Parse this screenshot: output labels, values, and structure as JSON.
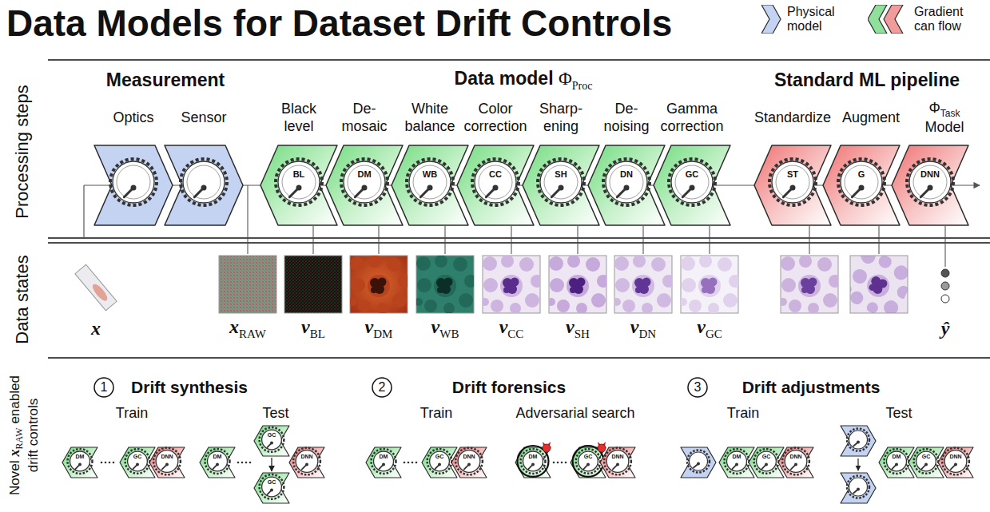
{
  "diagram": {
    "title": "Data Models for Dataset Drift Controls",
    "nodes": [
      {
        "text": [
          "Optics"
        ]
      },
      {
        "text": [
          "Sensor"
        ]
      },
      {
        "text": [
          "Black level",
          "BL"
        ]
      },
      {
        "text": [
          "De- mosaic",
          "DM"
        ]
      },
      {
        "text": [
          "White balance",
          "WB"
        ]
      },
      {
        "text": [
          "Color correction",
          "CC"
        ]
      },
      {
        "text": [
          "Sharp- ening",
          "SH"
        ]
      },
      {
        "text": [
          "De- noising",
          "DN"
        ]
      },
      {
        "text": [
          "Gamma correction",
          "GC"
        ]
      },
      {
        "text": [
          "Standardize",
          "ST"
        ]
      },
      {
        "text": [
          "Augment",
          "G"
        ]
      },
      {
        "text": [
          "Φ",
          "Task",
          "Model",
          "DNN"
        ]
      },
      {
        "text": [
          "1"
        ]
      },
      {
        "text": [
          "DM"
        ]
      },
      {
        "text": [
          "GC"
        ]
      },
      {
        "text": [
          "DNN"
        ]
      },
      {
        "text": [
          "DM"
        ]
      },
      {
        "text": [
          "GC"
        ]
      },
      {
        "text": [
          "GC"
        ]
      },
      {
        "text": [
          "DNN"
        ]
      },
      {
        "text": [
          "2"
        ]
      },
      {
        "text": [
          "DM"
        ]
      },
      {
        "text": [
          "GC"
        ]
      },
      {
        "text": [
          "DNN"
        ]
      },
      {
        "text": [
          "DM"
        ]
      },
      {
        "text": [
          "GC"
        ]
      },
      {
        "text": [
          "DNN"
        ]
      },
      {
        "text": [
          "3"
        ]
      },
      {
        "text": [
          "DM"
        ]
      },
      {
        "text": [
          "GC"
        ]
      },
      {
        "text": [
          "DNN"
        ]
      },
      {
        "text": [
          "DM"
        ]
      },
      {
        "text": [
          "GC"
        ]
      },
      {
        "text": [
          "DNN"
        ]
      }
    ],
    "edges": [
      {
        "from": 17,
        "to": 18,
        "arrow": "to"
      }
    ],
    "labels": [
      "Measurement",
      "Data model",
      "Φ",
      "Proc",
      "Standard ML pipeline",
      "Processing steps",
      "Data states",
      "Novel",
      "x",
      "RAW",
      "enabled drift controls",
      "x",
      "x",
      "RAW",
      "v",
      "BL",
      "v",
      "DM",
      "v",
      "WB",
      "v",
      "CC",
      "v",
      "SH",
      "v",
      "DN",
      "v",
      "GC",
      "ŷ",
      "Drift synthesis",
      "Train",
      "Test",
      "Drift forensics",
      "Train",
      "Adversarial search",
      "Drift adjustments",
      "Train",
      "Test"
    ],
    "legend": [
      {
        "text": "Physical model",
        "color": "#c5d3f3"
      },
      {
        "text": "Gradient can flow",
        "color": "#8fe09a"
      }
    ]
  }
}
